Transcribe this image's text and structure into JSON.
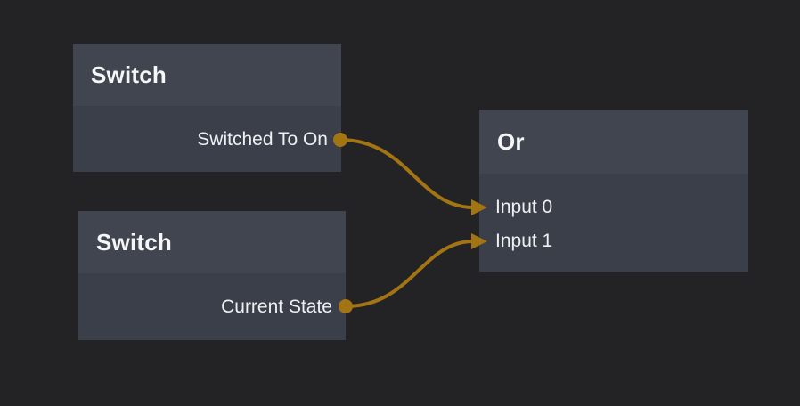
{
  "colors": {
    "background": "#232325",
    "node_header": "#404550",
    "node_body": "#3a3f4a",
    "node_title": "#f5f6f8",
    "port_label": "#eef0f2",
    "connection": "#a27413"
  },
  "nodes": [
    {
      "title": "Switch",
      "outputs": [
        "Switched To On"
      ]
    },
    {
      "title": "Switch",
      "outputs": [
        "Current State"
      ]
    },
    {
      "title": "Or",
      "inputs": [
        "Input 0",
        "Input 1"
      ]
    }
  ],
  "connections": [
    {
      "from_node": "Switch",
      "from_port": "Switched To On",
      "to_node": "Or",
      "to_port": "Input 0"
    },
    {
      "from_node": "Switch",
      "from_port": "Current State",
      "to_node": "Or",
      "to_port": "Input 1"
    }
  ]
}
